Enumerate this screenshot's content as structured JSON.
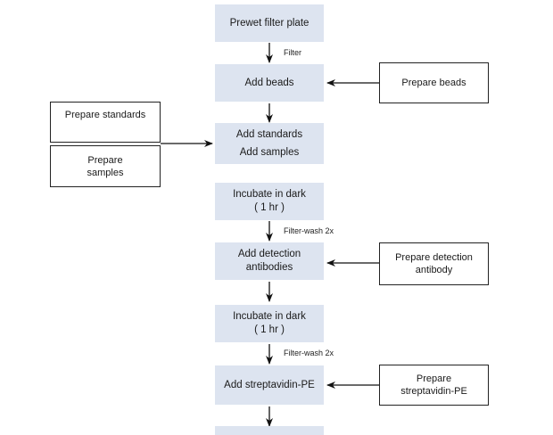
{
  "steps": [
    {
      "id": "prewet",
      "lines": [
        "Prewet filter plate"
      ]
    },
    {
      "id": "add-beads",
      "lines": [
        "Add beads"
      ]
    },
    {
      "id": "add-standards-samples",
      "lines": [
        "Add standards",
        "Add samples"
      ]
    },
    {
      "id": "incubate-1",
      "lines": [
        "Incubate in dark",
        "( 1 hr )"
      ]
    },
    {
      "id": "add-detection",
      "lines": [
        "Add detection",
        "antibodies"
      ]
    },
    {
      "id": "incubate-2",
      "lines": [
        "Incubate in dark",
        "( 1 hr )"
      ]
    },
    {
      "id": "add-streptavidin",
      "lines": [
        "Add streptavidin-PE"
      ]
    },
    {
      "id": "next",
      "lines": [
        ""
      ]
    }
  ],
  "side_boxes": [
    {
      "id": "prepare-beads",
      "lines": [
        "Prepare beads"
      ]
    },
    {
      "id": "prepare-standards",
      "lines": [
        "Prepare standards"
      ]
    },
    {
      "id": "prepare-samples",
      "lines": [
        "Prepare",
        "samples"
      ]
    },
    {
      "id": "prepare-detection",
      "lines": [
        "Prepare detection",
        "antibody"
      ]
    },
    {
      "id": "prepare-streptavidin",
      "lines": [
        "Prepare",
        "streptavidin-PE"
      ]
    }
  ],
  "edge_labels": {
    "filter": "Filter",
    "filter_wash_1": "Filter-wash 2x",
    "filter_wash_2": "Filter-wash 2x"
  },
  "colors": {
    "step_fill": "#dde4f0",
    "line": "#111111",
    "side_border": "#222222"
  }
}
